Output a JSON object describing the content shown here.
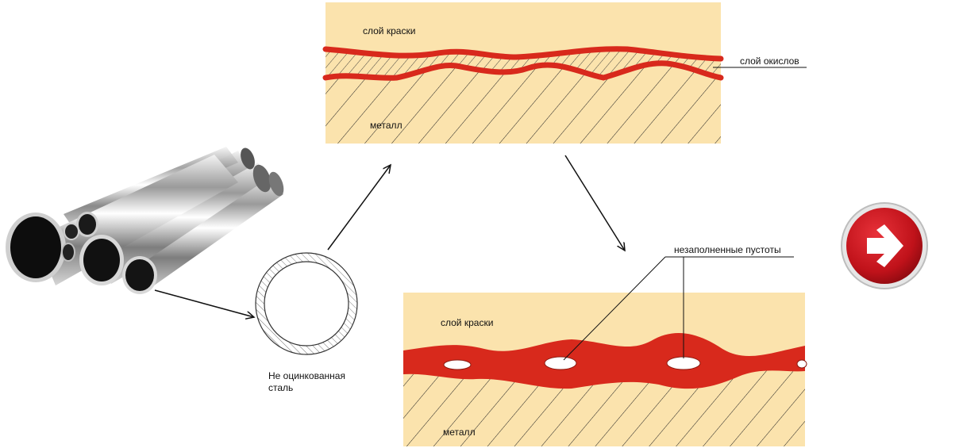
{
  "top_panel": {
    "paint_label": "слой краски",
    "oxide_label": "слой окислов",
    "metal_label": "металл"
  },
  "bottom_panel": {
    "paint_label": "слой краски",
    "voids_label": "незаполненные пустоты",
    "metal_label": "металл"
  },
  "ring": {
    "caption_line1": "Не оцинкованная",
    "caption_line2": "сталь"
  },
  "colors": {
    "paint_red": "#d8291c",
    "background_cream": "#fbe3ad",
    "button_red": "#c8151b"
  },
  "icons": {
    "next": "arrow-right-icon"
  }
}
